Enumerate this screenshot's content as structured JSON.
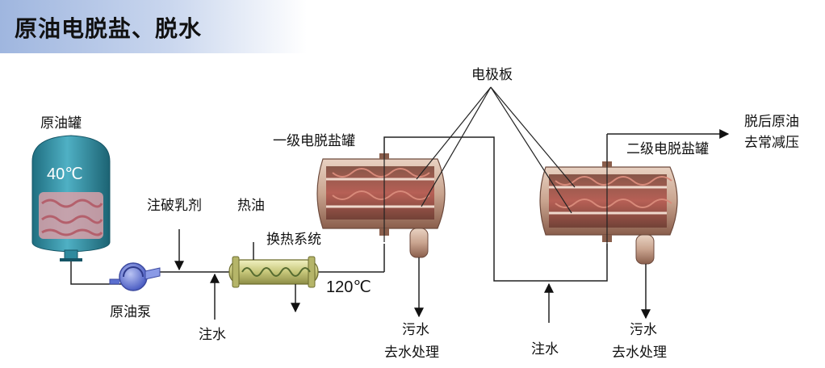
{
  "title": "原油电脱盐、脱水",
  "labels": {
    "crude_tank": "原油罐",
    "tank_temp": "40℃",
    "demulsifier": "注破乳剂",
    "hot_oil": "热油",
    "heat_exchange": "换热系统",
    "exchange_temp": "120℃",
    "pump": "原油泵",
    "water_injection_1": "注水",
    "water_injection_2": "注水",
    "electrode_plate": "电极板",
    "stage1": "一级电脱盐罐",
    "stage2": "二级电脱盐罐",
    "desalted_oil": [
      "脱后原油",
      "去常减压"
    ],
    "wastewater_1": [
      "污水",
      "去水处理"
    ],
    "wastewater_2": [
      "污水",
      "去水处理"
    ]
  },
  "colors": {
    "vessel": "#c9a48f",
    "vessel_dark": "#8a5e4c",
    "emulsion": "#a04a4a",
    "tank": "#2f8a9e",
    "exchanger": "#c7c77a",
    "pump": "#5b6fd0"
  }
}
